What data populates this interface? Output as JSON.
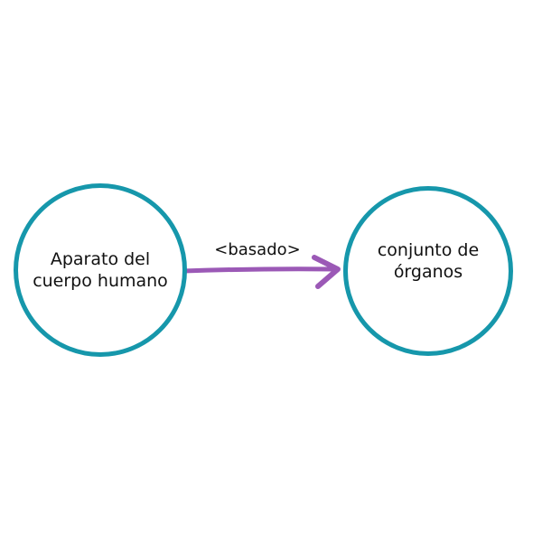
{
  "diagram": {
    "nodes": [
      {
        "id": "n1",
        "label": "Aparato del cuerpo humano"
      },
      {
        "id": "n2",
        "label": "conjunto de órganos"
      }
    ],
    "edges": [
      {
        "from": "n1",
        "to": "n2",
        "label": "<basado>"
      }
    ],
    "colors": {
      "node_border": "#1697ab",
      "edge": "#9b59b6",
      "text": "#111111",
      "background": "#ffffff"
    }
  }
}
